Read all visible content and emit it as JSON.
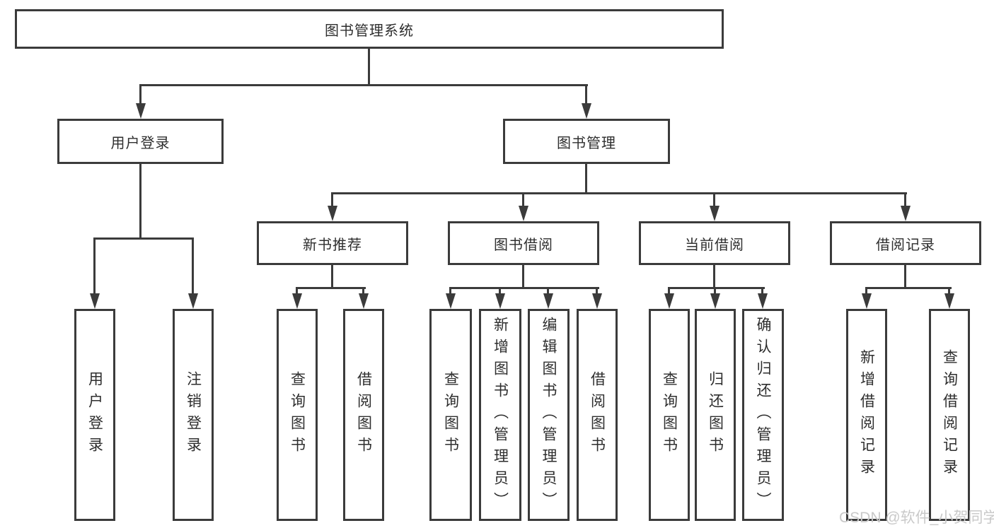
{
  "diagram": {
    "title": "图书管理系统",
    "user_branch": {
      "label": "用户登录",
      "leaves": [
        {
          "label": "用户登录"
        },
        {
          "label": "注销登录"
        }
      ]
    },
    "mgmt_branch": {
      "label": "图书管理",
      "groups": [
        {
          "label": "新书推荐",
          "leaves": [
            {
              "label": "查询图书"
            },
            {
              "label": "借阅图书"
            }
          ]
        },
        {
          "label": "图书借阅",
          "leaves": [
            {
              "label": "查询图书"
            },
            {
              "label": "新增图书（管理员）"
            },
            {
              "label": "编辑图书（管理员）"
            },
            {
              "label": "借阅图书"
            }
          ]
        },
        {
          "label": "当前借阅",
          "leaves": [
            {
              "label": "查询图书"
            },
            {
              "label": "归还图书"
            },
            {
              "label": "确认归还（管理员）"
            }
          ]
        },
        {
          "label": "借阅记录",
          "leaves": [
            {
              "label": "新增借阅记录"
            },
            {
              "label": "查询借阅记录"
            }
          ]
        }
      ]
    }
  },
  "watermark": {
    "text": "CSDN @软件_小贺同学"
  },
  "colors": {
    "line": "#3b3b3b",
    "text": "#2e2e2e",
    "watermark": "#c9c9c9",
    "background": "#ffffff"
  }
}
